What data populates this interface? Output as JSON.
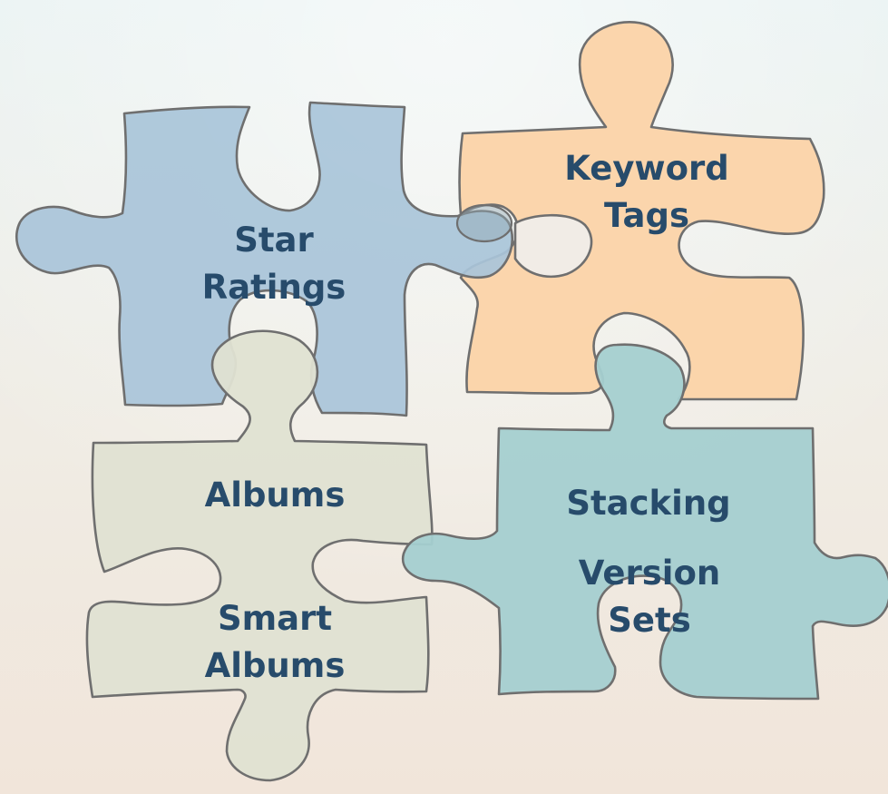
{
  "colors": {
    "background_top": "#e8f1f1",
    "background_bottom": "#f1e6dc",
    "star_ratings_piece": "#a9c4d9",
    "keyword_tags_piece": "#fbd3a8",
    "albums_piece": "#dfe2d2",
    "stacking_piece": "#a4cfd0",
    "outline": "#6f6f6f",
    "label_text": "#274b6b"
  },
  "pieces": {
    "star_ratings": {
      "line1": "Star",
      "line2": "Ratings"
    },
    "keyword_tags": {
      "line1": "Keyword",
      "line2": "Tags"
    },
    "albums": {
      "line1": "Albums",
      "line2": "Smart",
      "line3": "Albums"
    },
    "stacking": {
      "line1": "Stacking",
      "line2": "Version",
      "line3": "Sets"
    }
  }
}
